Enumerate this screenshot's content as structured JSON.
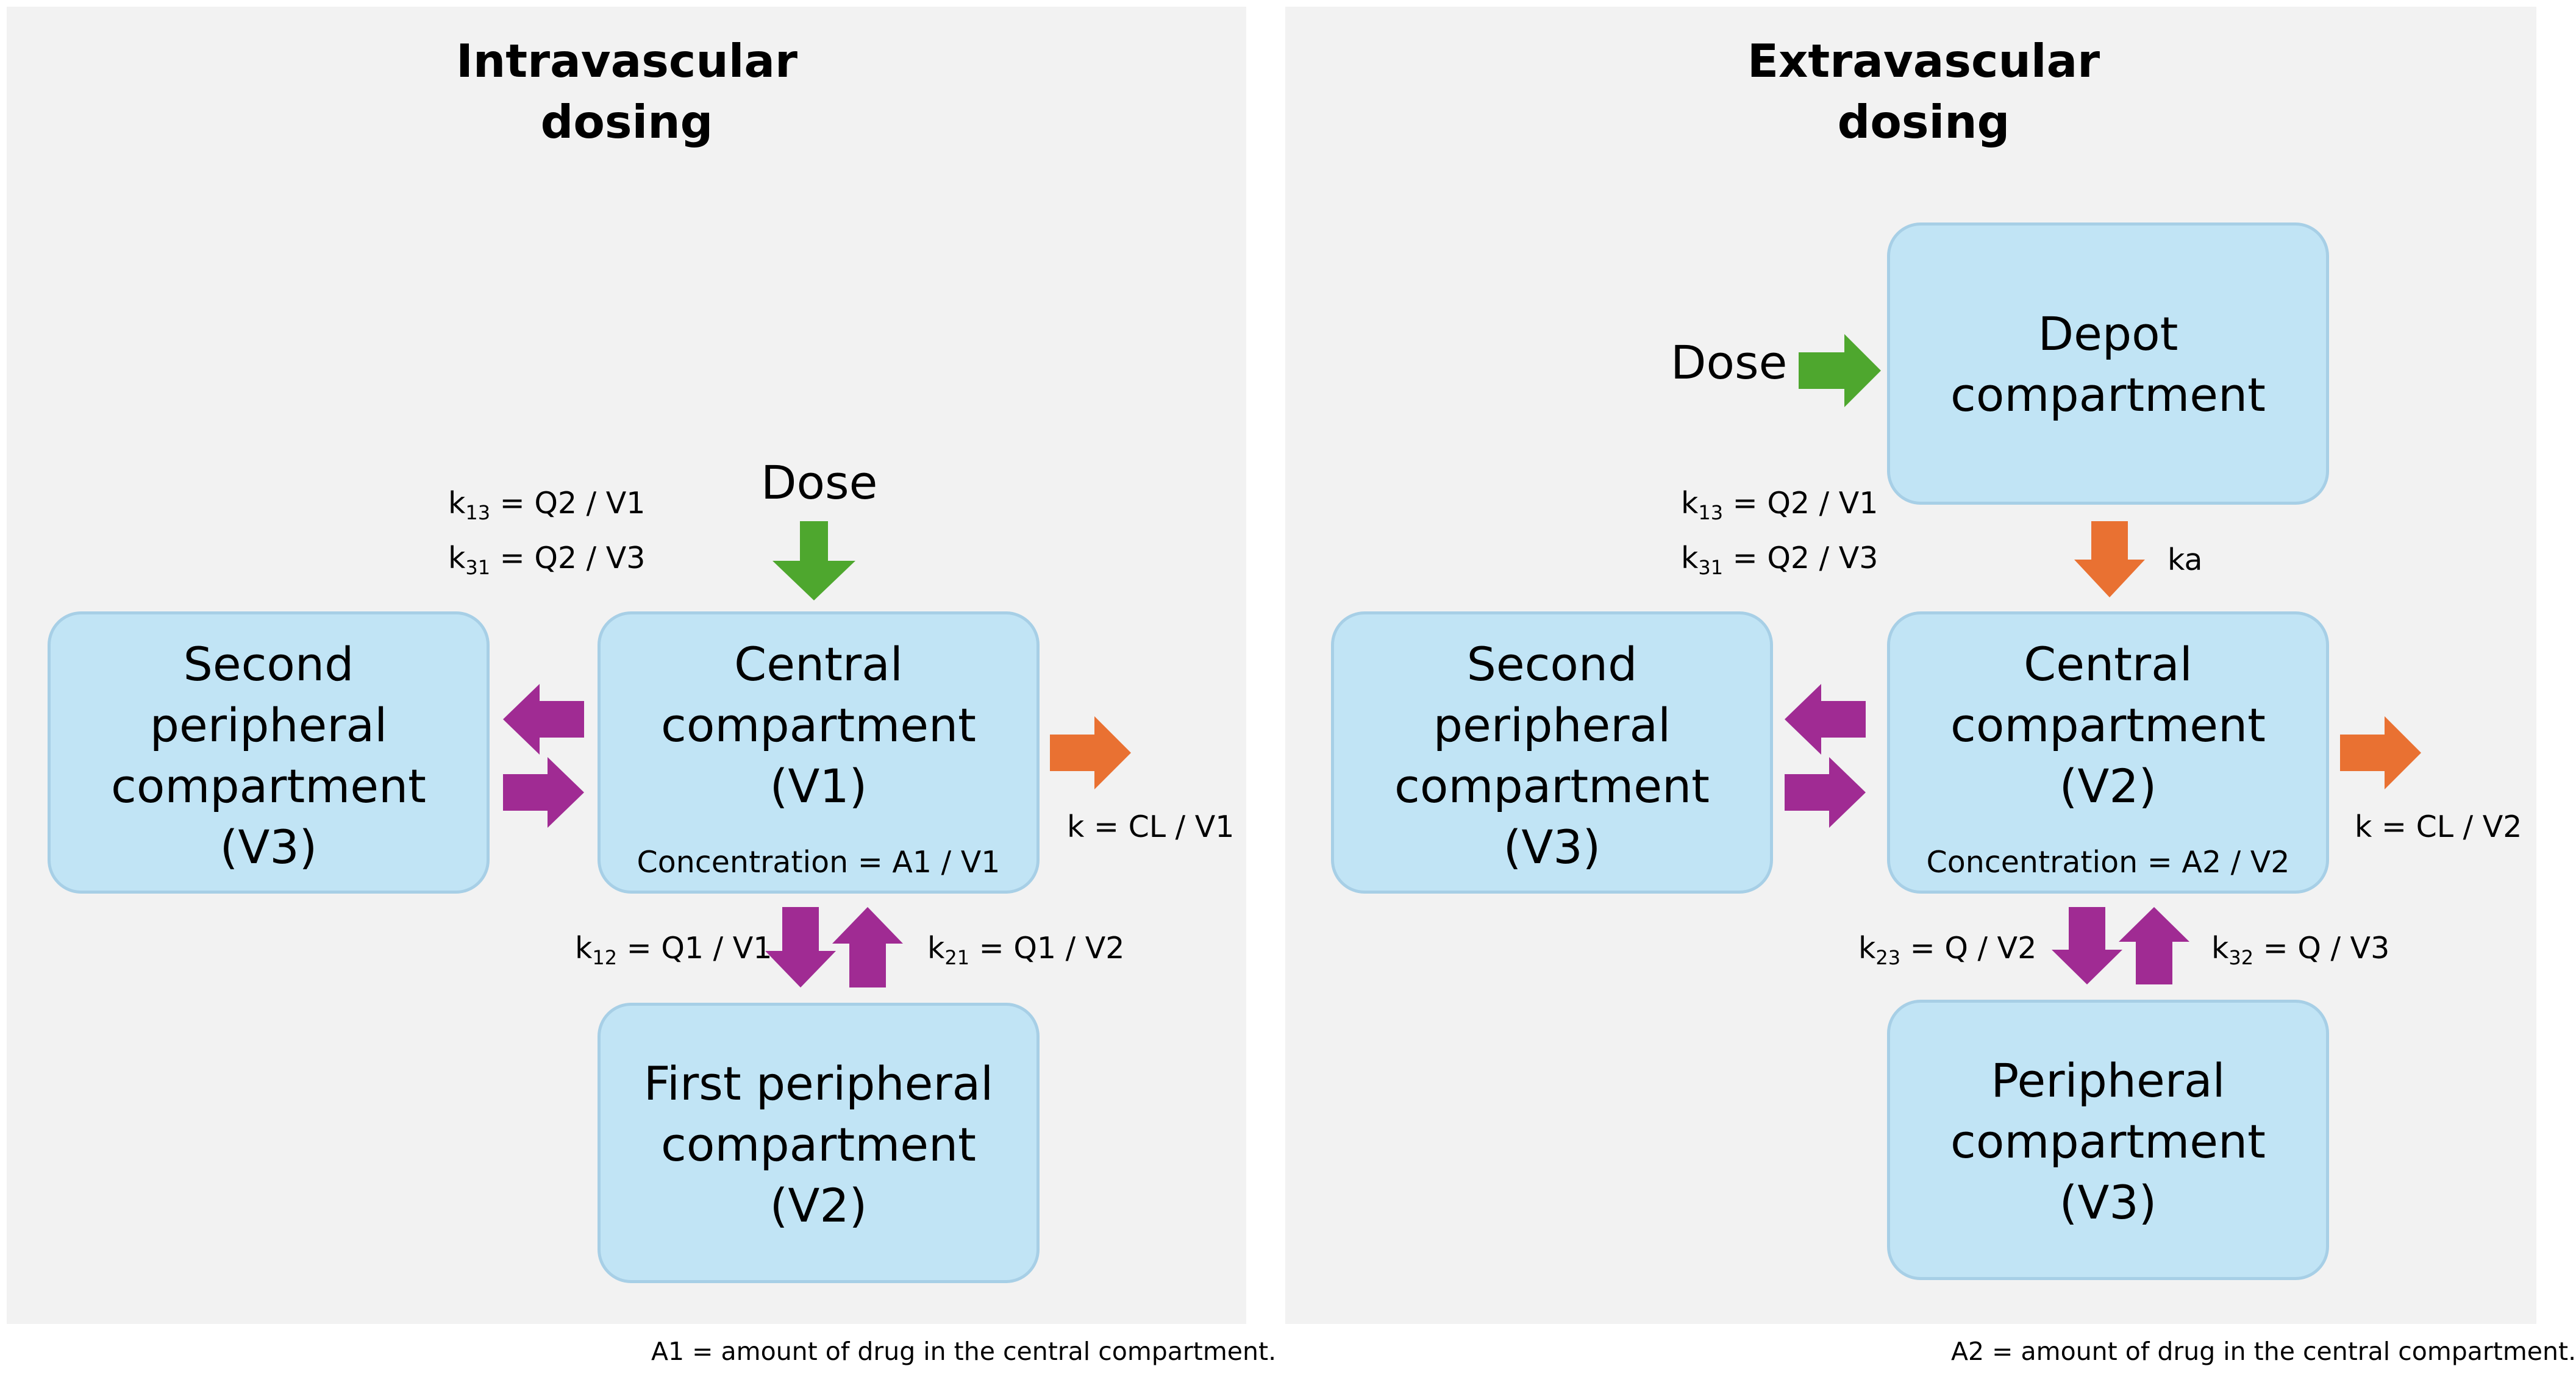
{
  "colors": {
    "panel_bg": "#f2f2f2",
    "box_fill": "#c1e4f5",
    "box_border": "#a7cfe6",
    "dose_arrow": "#4ea72e",
    "elimination_arrow": "#e97132",
    "distribution_arrow": "#a02b93"
  },
  "left": {
    "title_line1": "Intravascular",
    "title_line2": "dosing",
    "dose_label": "Dose",
    "central": {
      "line1": "Central",
      "line2": "compartment",
      "line3": "(V1)",
      "concentration": "Concentration = A1 / V1"
    },
    "second_peripheral": {
      "line1": "Second",
      "line2": "peripheral",
      "line3": "compartment",
      "line4": "(V3)"
    },
    "first_peripheral": {
      "line1": "First peripheral",
      "line2": "compartment",
      "line3": "(V2)"
    },
    "k13": {
      "k": "k",
      "sub": "13",
      "expr": " = Q2 / V1"
    },
    "k31": {
      "k": "k",
      "sub": "31",
      "expr": " = Q2 / V3"
    },
    "k12": {
      "k": "k",
      "sub": "12",
      "expr": " = Q1 / V1"
    },
    "k21": {
      "k": "k",
      "sub": "21",
      "expr": " = Q1 / V2"
    },
    "elimination": "k = CL / V1",
    "footnote": "A1 = amount of drug in the central compartment."
  },
  "right": {
    "title_line1": "Extravascular",
    "title_line2": "dosing",
    "dose_label": "Dose",
    "depot": {
      "line1": "Depot",
      "line2": "compartment"
    },
    "ka": "ka",
    "central": {
      "line1": "Central",
      "line2": "compartment",
      "line3": "(V2)",
      "concentration": "Concentration = A2 / V2"
    },
    "second_peripheral": {
      "line1": "Second",
      "line2": "peripheral",
      "line3": "compartment",
      "line4": "(V3)"
    },
    "peripheral": {
      "line1": "Peripheral",
      "line2": "compartment",
      "line3": "(V3)"
    },
    "k13": {
      "k": "k",
      "sub": "13",
      "expr": " = Q2 / V1"
    },
    "k31": {
      "k": "k",
      "sub": "31",
      "expr": " = Q2 / V3"
    },
    "k23": {
      "k": "k",
      "sub": "23",
      "expr": " = Q / V2"
    },
    "k32": {
      "k": "k",
      "sub": "32",
      "expr": " = Q / V3"
    },
    "elimination": "k = CL / V2",
    "footnote": "A2 = amount of drug in the central compartment."
  }
}
